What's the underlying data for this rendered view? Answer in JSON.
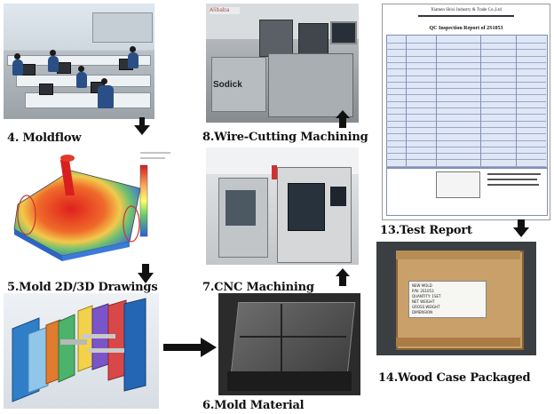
{
  "captions": {
    "step4": "4. Moldflow",
    "step5": "5.Mold 2D/3D Drawings",
    "step6": "6.Mold Material",
    "step7": "7.CNC Machining",
    "step8": "8.Wire-Cutting Machining",
    "step13": "13.Test Report",
    "step14": "14.Wood Case Packaged"
  },
  "images": {
    "wire_machine_brand": "Sodick",
    "report_header": "Xiamen Shixi Industry & Trade Co.,Ltd",
    "report_title": "QC Inspection Report of 2S1053",
    "crate_label_lines": [
      "NEW MOLD",
      "P/N: 2S1053",
      "QUANTITY: 1SET",
      "NET WEIGHT",
      "GROSS WEIGHT",
      "DIMENSION"
    ]
  },
  "colors": {
    "arrow": "#111111",
    "caption_text": "#111111"
  },
  "icons": [
    "arrow-down-icon",
    "arrow-up-icon",
    "arrow-right-icon"
  ]
}
